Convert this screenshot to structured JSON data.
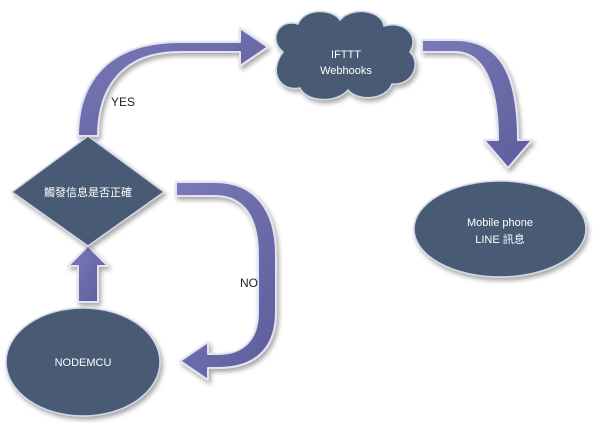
{
  "nodes": {
    "cloud": {
      "line1": "IFTTT",
      "line2": "Webhooks"
    },
    "decision": {
      "label": "觸發信息是否正確"
    },
    "mobile": {
      "line1": "Mobile phone",
      "line2": "LINE 訊息"
    },
    "nodemcu": {
      "label": "NODEMCU"
    }
  },
  "edges": {
    "yes_label": "YES",
    "no_label": "NO"
  },
  "colors": {
    "node_fill": "#4a5a74",
    "node_stroke": "#d0d8e6",
    "arrow_fill": "#6a6aa8",
    "arrow_stroke": "#e3e3f2",
    "node_text": "#ffffff",
    "edge_text": "#222222"
  }
}
